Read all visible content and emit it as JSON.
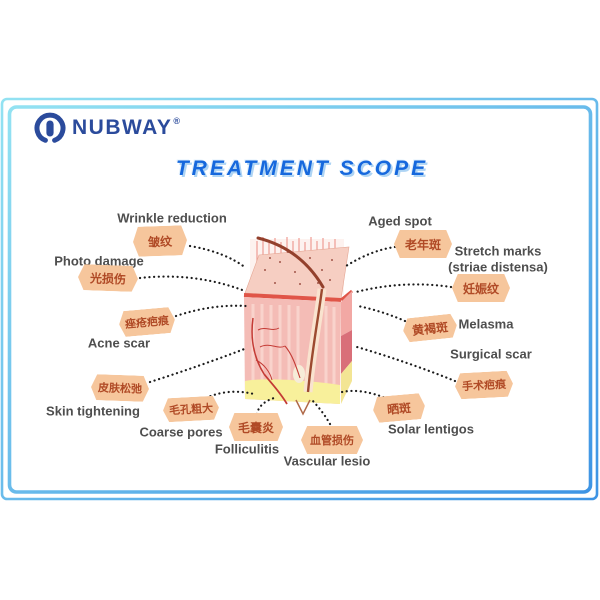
{
  "logo": {
    "name": "NUBWAY",
    "mark": "®"
  },
  "title": "TREATMENT SCOPE",
  "diagram": {
    "subject": "skin cross-section with laser beams",
    "labels": [
      {
        "en": "Wrinkle reduction",
        "zh": "皱纹"
      },
      {
        "en": "Photo damage",
        "zh": "光损伤"
      },
      {
        "en": "Acne scar",
        "zh": "痤疮疤痕"
      },
      {
        "en": "Skin tightening",
        "zh": "皮肤松弛"
      },
      {
        "en": "Coarse pores",
        "zh": "毛孔粗大"
      },
      {
        "en": "Folliculitis",
        "zh": "毛囊炎"
      },
      {
        "en": "Vascular lesio",
        "zh": "血管损伤"
      },
      {
        "en": "Solar lentigos",
        "zh": "晒斑"
      },
      {
        "en": "Aged spot",
        "zh": "老年斑"
      },
      {
        "en": "Stretch marks",
        "en2": "(striae distensa)",
        "zh": "妊娠纹"
      },
      {
        "en": "Melasma",
        "zh": "黄褐斑"
      },
      {
        "en": "Surgical scar",
        "zh": "手术疤痕"
      }
    ]
  },
  "colors": {
    "title_blue": "#1668dd",
    "logo_blue": "#2b4b9c",
    "hex_fill": "#f6c69c",
    "hex_text": "#b04a26",
    "label_text": "#4e4e4e",
    "frame_light": "#93e2f2",
    "frame_dark": "#3e94e4"
  }
}
